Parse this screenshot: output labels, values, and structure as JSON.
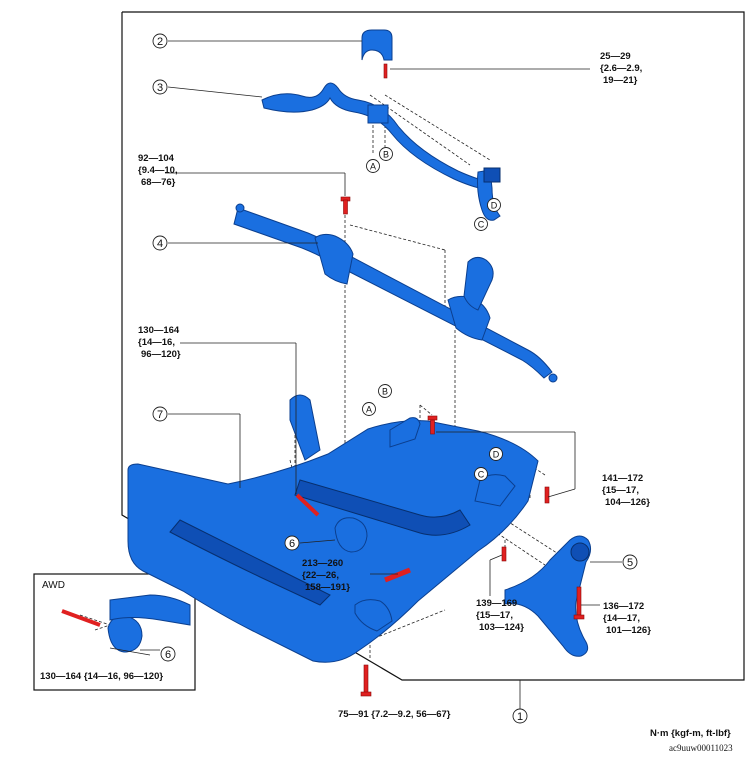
{
  "callouts": {
    "c1": "1",
    "c2": "2",
    "c3": "3",
    "c4": "4",
    "c5": "5",
    "c6": "6",
    "c7": "7",
    "c6awd": "6",
    "A1": "A",
    "B1": "B",
    "C1": "C",
    "D1": "D",
    "A2": "A",
    "B2": "B",
    "C2": "C",
    "D2": "D"
  },
  "torques": {
    "t1": [
      "25—29",
      "{2.6—2.9,",
      "19—21}"
    ],
    "t2": [
      "92—104",
      "{9.4—10,",
      "68—76}"
    ],
    "t3": [
      "130—164",
      "{14—16,",
      "96—120}"
    ],
    "t4": [
      "141—172",
      "{15—17,",
      "104—126}"
    ],
    "t5": [
      "213—260",
      "{22—26,",
      "158—191}"
    ],
    "t6": [
      "139—169",
      "{15—17,",
      "103—124}"
    ],
    "t7": [
      "136—172",
      "{14—17,",
      "101—126}"
    ],
    "t8": "75—91 {7.2—9.2, 56—67}",
    "t9": "130—164 {14—16, 96—120}"
  },
  "inset_title": "AWD",
  "units": "N·m {kgf-m, ft-lbf}",
  "figure_code": "ac9uuw00011023",
  "colors": {
    "part": "#1a6fe0",
    "bolt": "#e02020"
  }
}
